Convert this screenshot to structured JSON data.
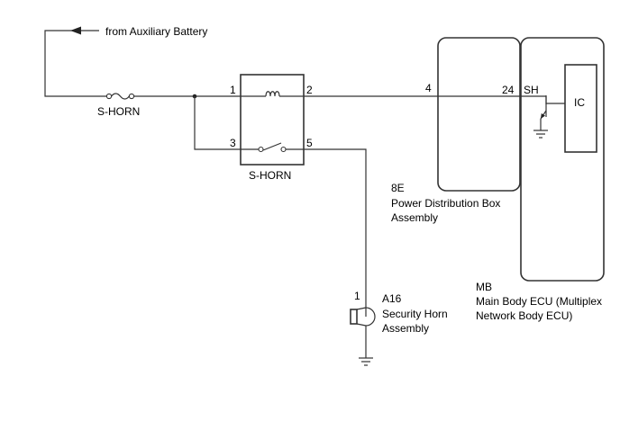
{
  "source_label": "from Auxiliary Battery",
  "fuse": {
    "name": "S-HORN"
  },
  "relay": {
    "name": "S-HORN",
    "pins": {
      "p1": "1",
      "p2": "2",
      "p3": "3",
      "p5": "5"
    }
  },
  "power_box": {
    "code": "8E",
    "name_line1": "Power Distribution Box",
    "name_line2": "Assembly",
    "pin": "4"
  },
  "ecu": {
    "code": "MB",
    "name_line1": "Main Body ECU (Multiplex",
    "name_line2": "Network Body ECU)",
    "pin": "24",
    "signal": "SH",
    "ic_label": "IC"
  },
  "horn": {
    "code": "A16",
    "name_line1": "Security Horn",
    "name_line2": "Assembly",
    "pin": "1"
  }
}
